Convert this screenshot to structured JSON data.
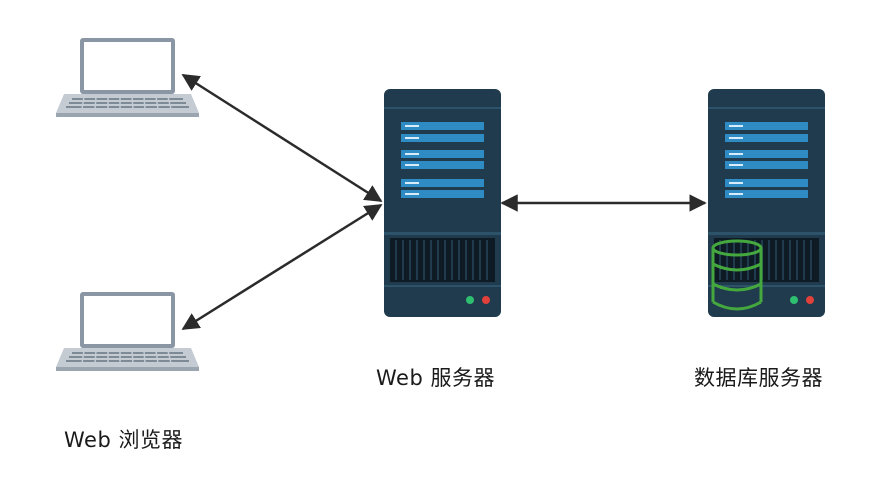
{
  "labels": {
    "web_server": "Web 服务器",
    "db_server": "数据库服务器",
    "browser": "Web 浏览器"
  },
  "nodes": {
    "browser_top": {
      "icon": "laptop-icon"
    },
    "browser_bottom": {
      "icon": "laptop-icon"
    },
    "web_server": {
      "icon": "server-icon"
    },
    "db_server": {
      "icon": "server-icon",
      "overlay_icon": "database-icon"
    }
  },
  "connections": [
    {
      "from": "browser_top",
      "to": "web_server",
      "type": "bidirectional"
    },
    {
      "from": "browser_bottom",
      "to": "web_server",
      "type": "bidirectional"
    },
    {
      "from": "web_server",
      "to": "db_server",
      "type": "bidirectional"
    }
  ],
  "colors": {
    "server_body": "#1f3b4d",
    "server_bar": "#2f8bc4",
    "server_grille": "#0e1a24",
    "led_green": "#2fbf71",
    "led_red": "#e2403b",
    "laptop_frame": "#8a96a3",
    "laptop_screen": "#ffffff",
    "database_green": "#45a83f",
    "arrow": "#2b2b2b"
  }
}
